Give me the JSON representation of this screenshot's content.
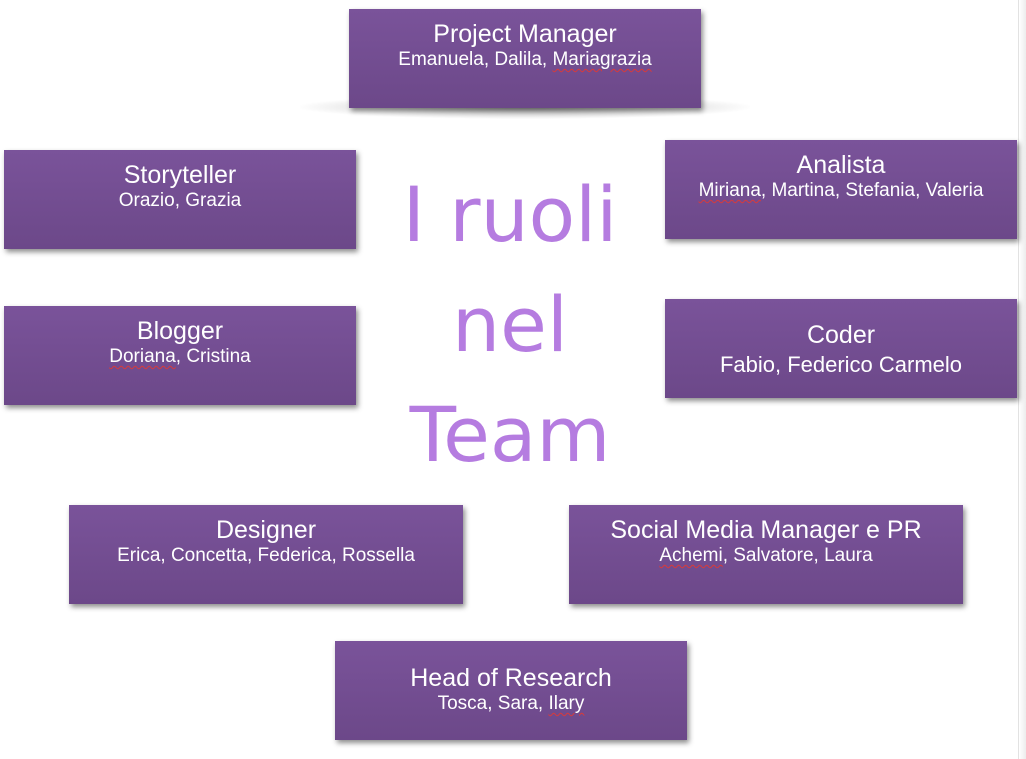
{
  "title": {
    "lines": [
      "I ruoli",
      "nel",
      "Team"
    ]
  },
  "roles": {
    "project_manager": {
      "title": "Project Manager",
      "members_prefix": "Emanuela, Dalila, ",
      "members_flagged": "Mariagrazia",
      "members_suffix": ""
    },
    "storyteller": {
      "title": "Storyteller",
      "members_prefix": "Orazio, Grazia",
      "members_flagged": "",
      "members_suffix": ""
    },
    "analista": {
      "title": "Analista",
      "members_prefix": "",
      "members_flagged": "Miriana",
      "members_suffix": ", Martina, Stefania, Valeria"
    },
    "blogger": {
      "title": "Blogger",
      "members_prefix": "",
      "members_flagged": "Doriana",
      "members_suffix": ", Cristina"
    },
    "coder": {
      "title": "Coder",
      "members_prefix": "Fabio, Federico Carmelo",
      "members_flagged": "",
      "members_suffix": ""
    },
    "designer": {
      "title": "Designer",
      "members_prefix": "Erica, Concetta, Federica, Rossella",
      "members_flagged": "",
      "members_suffix": ""
    },
    "social_media": {
      "title": "Social Media Manager e PR",
      "members_prefix": "",
      "members_flagged": "Achemi",
      "members_suffix": ", Salvatore, Laura"
    },
    "head_research": {
      "title": "Head of Research",
      "members_prefix": "Tosca, Sara, ",
      "members_flagged": "Ilary",
      "members_suffix": ""
    }
  },
  "colors": {
    "box_fill": "#714c8f",
    "title_text": "#b57ce0",
    "spellcheck_underline": "#d93a3a"
  }
}
